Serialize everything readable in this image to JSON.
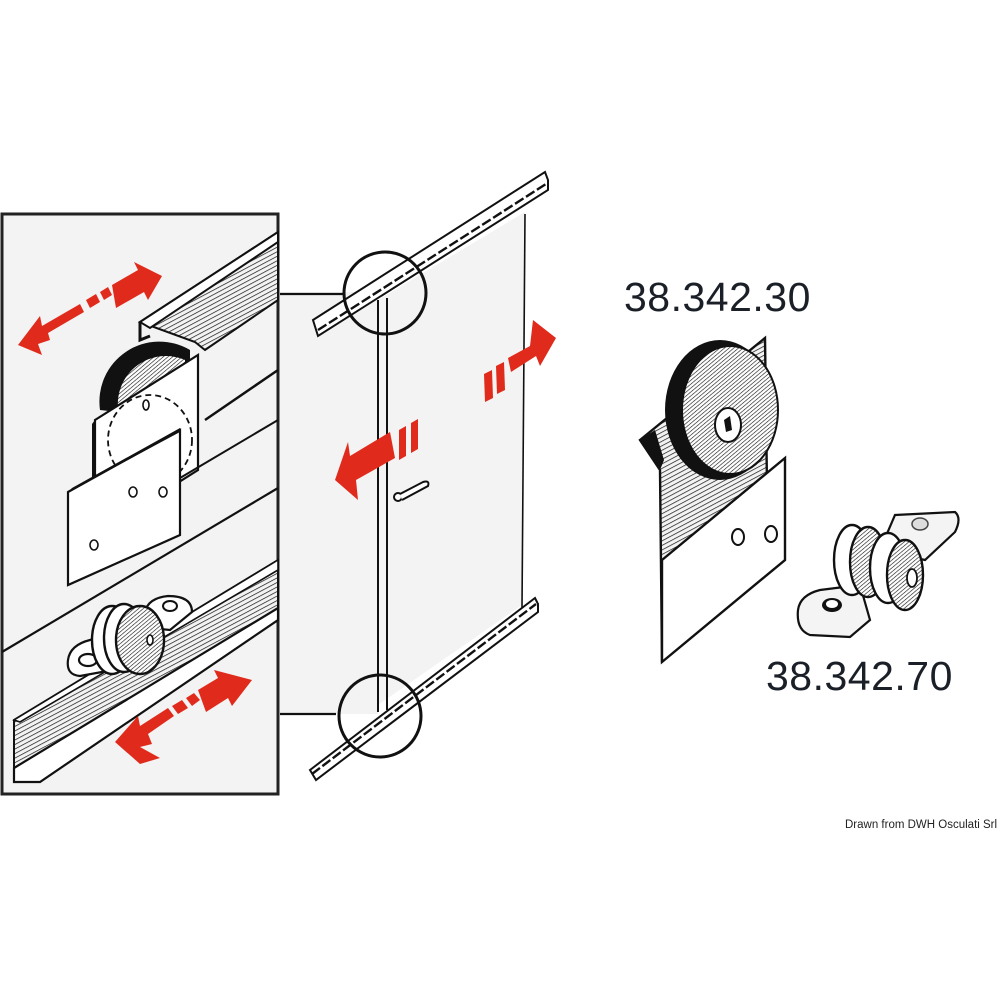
{
  "diagram": {
    "subject": "Sliding door hardware: top roller and bottom guide",
    "colors": {
      "background": "#ffffff",
      "panel_fill": "#f3f3f3",
      "line": "#111111",
      "arrow": "#e02b1c",
      "label_text": "#1b1f27"
    },
    "products": [
      {
        "code": "38.342.30",
        "description": "top wheel bracket"
      },
      {
        "code": "38.342.70",
        "description": "bottom double-wheel guide"
      }
    ],
    "detail_views": [
      {
        "name": "top-rail-detail",
        "shows": "wheel on rail with bracket, double arrow"
      },
      {
        "name": "bottom-rail-detail",
        "shows": "guide on bottom rail, double arrow"
      }
    ],
    "overview": {
      "shows": "sliding door with top and bottom rails, magnifier circles, handle, direction arrows"
    },
    "credit": "Drawn from DWH Osculati Srl"
  }
}
